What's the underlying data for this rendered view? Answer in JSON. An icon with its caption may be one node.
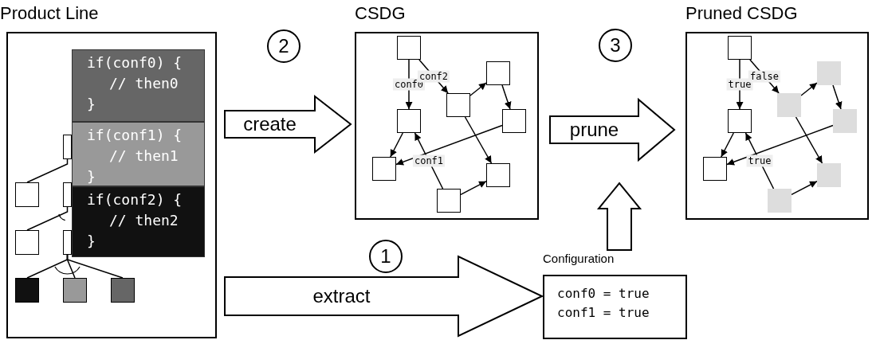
{
  "diagram": {
    "nodes": [
      {
        "text": [
          "Product Line"
        ]
      },
      {
        "text": [
          "if(conf0) {",
          "// then0",
          "}"
        ],
        "in": 0
      },
      {
        "text": [
          "if(conf1) {",
          "// then1",
          "}"
        ],
        "in": 0
      },
      {
        "text": [
          "if(conf2) {",
          "// then2",
          "}"
        ],
        "in": 0
      },
      {
        "text": [],
        "shape": "box",
        "in": 0
      },
      {
        "text": [],
        "shape": "box",
        "in": 0
      },
      {
        "text": [],
        "shape": "box",
        "in": 0
      },
      {
        "text": [],
        "shape": "box",
        "in": 0
      },
      {
        "text": [],
        "shape": "box",
        "in": 0
      },
      {
        "text": [],
        "shape": "box",
        "in": 0
      },
      {
        "text": [],
        "shape": "box",
        "in": 0
      },
      {
        "text": [],
        "shape": "box",
        "in": 0
      },
      {
        "text": [
          "CSDG"
        ]
      },
      {
        "text": [],
        "shape": "box",
        "in": 12
      },
      {
        "text": [],
        "shape": "box",
        "in": 12
      },
      {
        "text": [],
        "shape": "box",
        "in": 12
      },
      {
        "text": [],
        "shape": "box",
        "in": 12
      },
      {
        "text": [],
        "shape": "box",
        "in": 12
      },
      {
        "text": [],
        "shape": "box",
        "in": 12
      },
      {
        "text": [],
        "shape": "box",
        "in": 12
      },
      {
        "text": [],
        "shape": "box",
        "in": 12
      },
      {
        "text": [
          "Pruned CSDG"
        ]
      },
      {
        "text": [],
        "shape": "box",
        "in": 21
      },
      {
        "text": [],
        "shape": "box",
        "in": 21
      },
      {
        "text": [],
        "shape": "box",
        "in": 21
      },
      {
        "text": [],
        "shape": "box",
        "in": 21
      },
      {
        "text": [],
        "shape": "box",
        "in": 21
      },
      {
        "text": [],
        "shape": "box",
        "in": 21
      },
      {
        "text": [],
        "shape": "box",
        "in": 21
      },
      {
        "text": [],
        "shape": "box",
        "in": 21
      },
      {
        "text": [
          "Configuration",
          "conf0 = true",
          "conf1 = true"
        ]
      }
    ],
    "edges": [
      {
        "from": 4,
        "to": 5,
        "arrow": "none"
      },
      {
        "from": 6,
        "to": 7,
        "arrow": "none"
      },
      {
        "from": 8,
        "to": 9,
        "arrow": "none"
      },
      {
        "from": 8,
        "to": 10,
        "arrow": "none"
      },
      {
        "from": 8,
        "to": 11,
        "arrow": "none"
      },
      {
        "from": 0,
        "to": 12,
        "arrow": "to",
        "label": "create",
        "style": "thick"
      },
      {
        "from": 12,
        "to": 21,
        "arrow": "to",
        "label": "prune",
        "style": "thick"
      },
      {
        "from": 0,
        "to": 30,
        "arrow": "to",
        "label": "extract",
        "style": "thick"
      },
      {
        "from": 30,
        "to": null,
        "arrow": "to",
        "style": "thick"
      },
      {
        "from": 13,
        "to": 16,
        "arrow": "to",
        "label": "conf0"
      },
      {
        "from": 13,
        "to": 15,
        "arrow": "to",
        "label": "conf2"
      },
      {
        "from": 15,
        "to": 14,
        "arrow": "to"
      },
      {
        "from": 14,
        "to": 17,
        "arrow": "to"
      },
      {
        "from": 17,
        "to": 18,
        "arrow": "to"
      },
      {
        "from": 16,
        "to": 18,
        "arrow": "to"
      },
      {
        "from": 15,
        "to": 19,
        "arrow": "to"
      },
      {
        "from": 20,
        "to": 16,
        "arrow": "to",
        "label": "conf1"
      },
      {
        "from": 20,
        "to": 19,
        "arrow": "to"
      },
      {
        "from": 22,
        "to": 25,
        "arrow": "to",
        "label": "true"
      },
      {
        "from": 22,
        "to": 24,
        "arrow": "to",
        "label": "false"
      },
      {
        "from": 24,
        "to": 23,
        "arrow": "to"
      },
      {
        "from": 23,
        "to": 26,
        "arrow": "to"
      },
      {
        "from": 26,
        "to": 27,
        "arrow": "to"
      },
      {
        "from": 25,
        "to": 27,
        "arrow": "to"
      },
      {
        "from": 24,
        "to": 28,
        "arrow": "to"
      },
      {
        "from": 29,
        "to": 25,
        "arrow": "to",
        "label": "true"
      },
      {
        "from": 29,
        "to": 28,
        "arrow": "to"
      }
    ],
    "labels": [
      "2",
      "3",
      "1"
    ]
  }
}
